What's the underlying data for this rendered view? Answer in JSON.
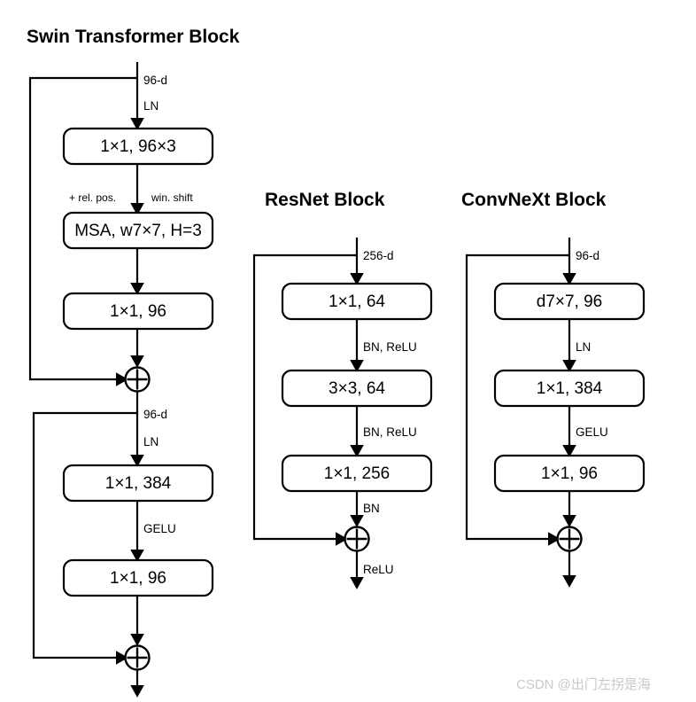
{
  "figure": {
    "background": "#ffffff",
    "stroke_color": "#000000",
    "watermark": "CSDN @出门左拐是海"
  },
  "blocks": [
    {
      "id": "swin",
      "title": "Swin Transformer Block",
      "input_label": "96-d",
      "nodes": [
        {
          "name": "swin-node-mlp1",
          "label": "1×1, 96×3"
        },
        {
          "name": "swin-node-msa",
          "label": "MSA, w7×7, H=3"
        },
        {
          "name": "swin-node-proj",
          "label": "1×1, 96"
        },
        {
          "name": "swin-node-mlp2",
          "label": "1×1, 384"
        },
        {
          "name": "swin-node-mlp3",
          "label": "1×1, 96"
        }
      ],
      "edge_labels": [
        {
          "name": "swin-edge-ln1",
          "label": "LN"
        },
        {
          "name": "swin-edge-relpos",
          "label": "+ rel. pos."
        },
        {
          "name": "swin-edge-winshift",
          "label": "win. shift"
        },
        {
          "name": "swin-edge-dim2",
          "label": "96-d"
        },
        {
          "name": "swin-edge-ln2",
          "label": "LN"
        },
        {
          "name": "swin-edge-gelu",
          "label": "GELU"
        }
      ],
      "sums": [
        "swin-sum-1",
        "swin-sum-2"
      ]
    },
    {
      "id": "resnet",
      "title": "ResNet Block",
      "input_label": "256-d",
      "nodes": [
        {
          "name": "resnet-node-conv1",
          "label": "1×1, 64"
        },
        {
          "name": "resnet-node-conv2",
          "label": "3×3, 64"
        },
        {
          "name": "resnet-node-conv3",
          "label": "1×1, 256"
        }
      ],
      "edge_labels": [
        {
          "name": "resnet-edge-bnrelu1",
          "label": "BN, ReLU"
        },
        {
          "name": "resnet-edge-bnrelu2",
          "label": "BN, ReLU"
        },
        {
          "name": "resnet-edge-bn",
          "label": "BN"
        },
        {
          "name": "resnet-edge-relu-out",
          "label": "ReLU"
        }
      ],
      "sums": [
        "resnet-sum-1"
      ]
    },
    {
      "id": "convnext",
      "title": "ConvNeXt Block",
      "input_label": "96-d",
      "nodes": [
        {
          "name": "convnext-node-dwconv",
          "label": "d7×7, 96"
        },
        {
          "name": "convnext-node-mlp1",
          "label": "1×1, 384"
        },
        {
          "name": "convnext-node-mlp2",
          "label": "1×1, 96"
        }
      ],
      "edge_labels": [
        {
          "name": "convnext-edge-ln",
          "label": "LN"
        },
        {
          "name": "convnext-edge-gelu",
          "label": "GELU"
        }
      ],
      "sums": [
        "convnext-sum-1"
      ]
    }
  ]
}
